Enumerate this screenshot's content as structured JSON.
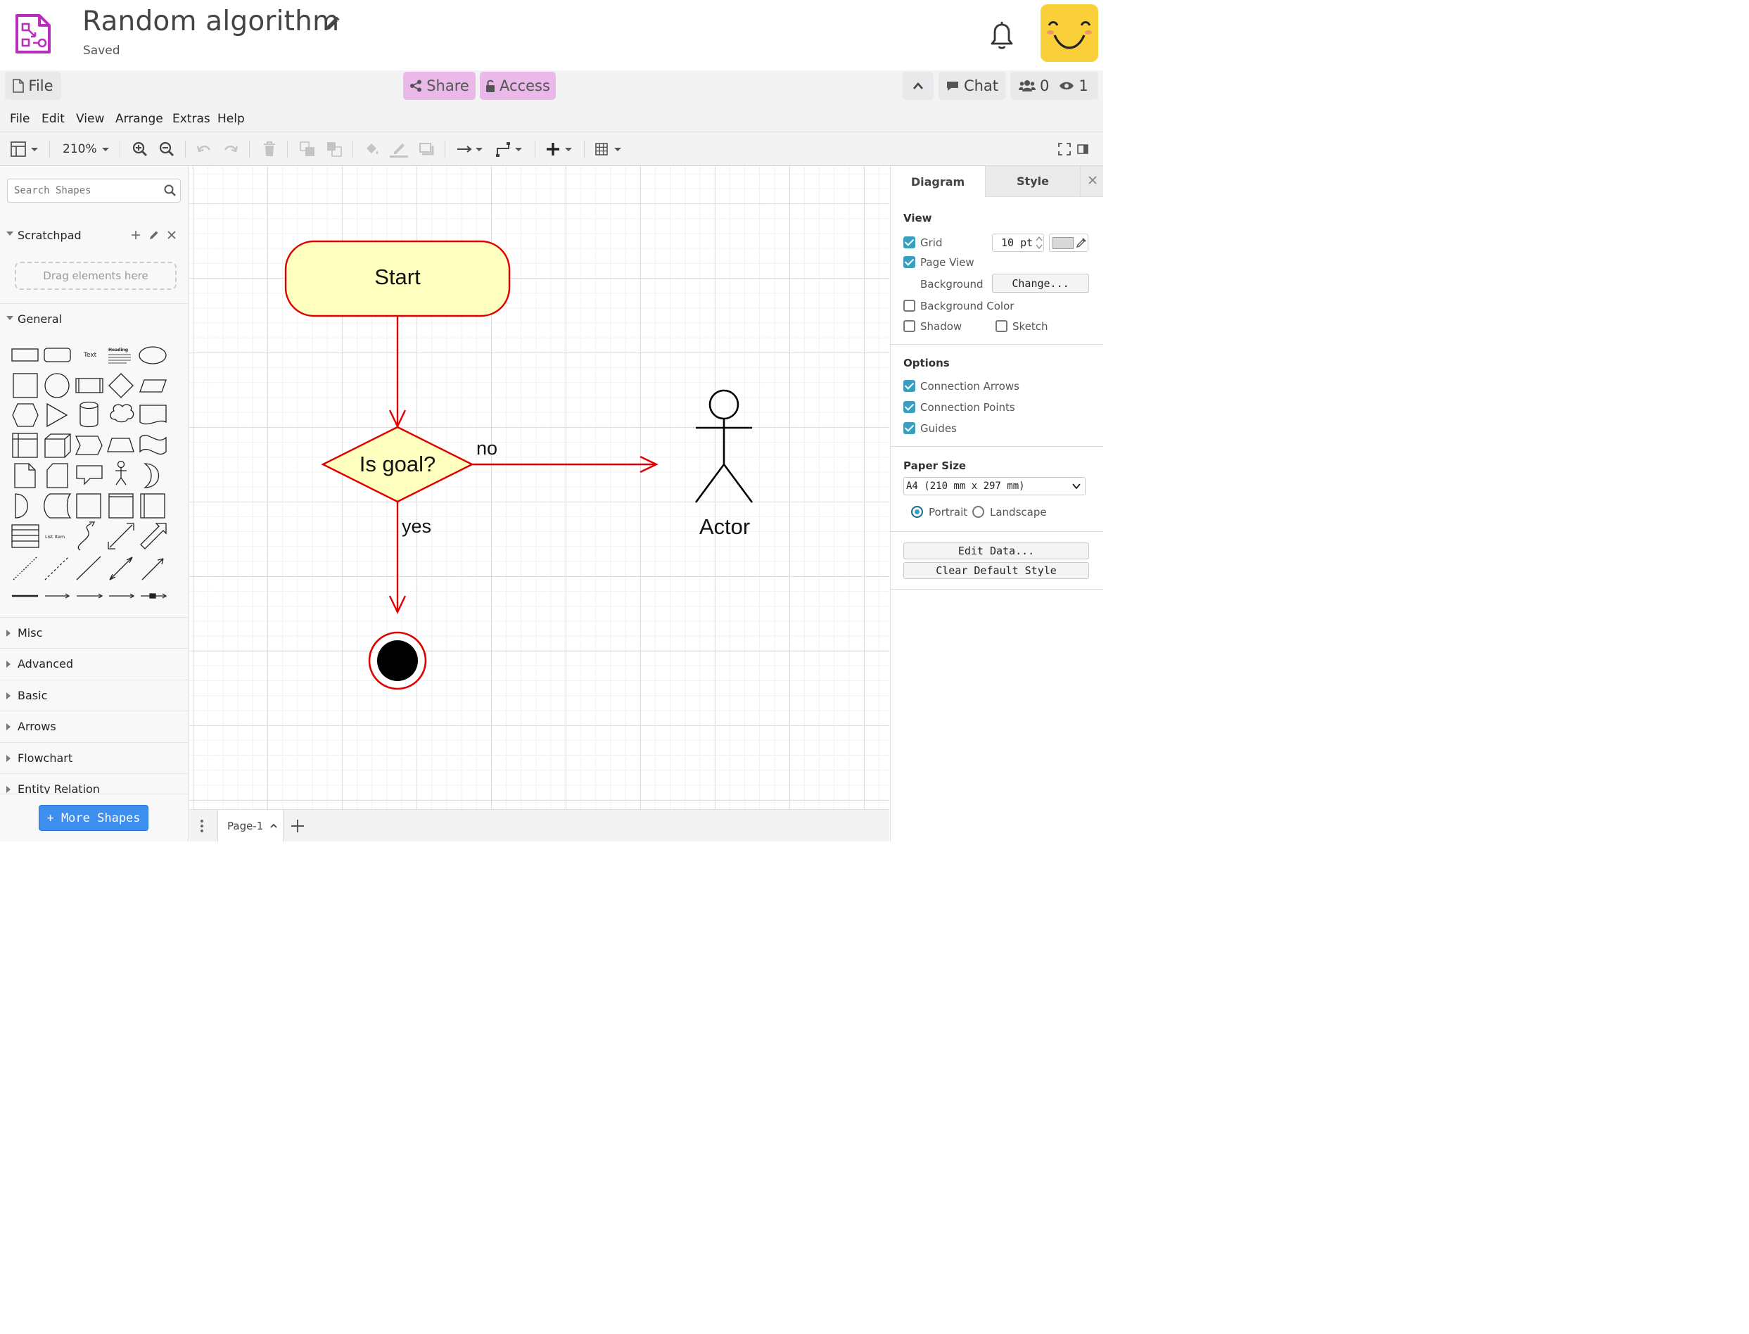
{
  "header": {
    "title": "Random algorithm",
    "status": "Saved"
  },
  "actionbar": {
    "file_label": "File",
    "share_label": "Share",
    "access_label": "Access",
    "chat_label": "Chat",
    "users_count": "0",
    "viewers_count": "1"
  },
  "menu": [
    "File",
    "Edit",
    "View",
    "Arrange",
    "Extras",
    "Help"
  ],
  "toolbar": {
    "zoom": "210%"
  },
  "sidebar": {
    "search_placeholder": "Search Shapes",
    "scratchpad": "Scratchpad",
    "drag_hint": "Drag elements here",
    "general": "General",
    "shape_text": "Text",
    "shape_heading": "Heading",
    "shape_list_item": "List Item",
    "sections": [
      "Misc",
      "Advanced",
      "Basic",
      "Arrows",
      "Flowchart",
      "Entity Relation"
    ],
    "more_shapes": "+ More Shapes"
  },
  "diagram": {
    "start_label": "Start",
    "decision_label": "Is goal?",
    "no_label": "no",
    "yes_label": "yes",
    "actor_label": "Actor"
  },
  "pagebar": {
    "page_name": "Page-1"
  },
  "panel": {
    "tab_diagram": "Diagram",
    "tab_style": "Style",
    "view_title": "View",
    "grid_label": "Grid",
    "grid_size": "10 pt",
    "page_view_label": "Page View",
    "background_label": "Background",
    "change_label": "Change...",
    "background_color_label": "Background Color",
    "shadow_label": "Shadow",
    "sketch_label": "Sketch",
    "options_title": "Options",
    "connection_arrows_label": "Connection Arrows",
    "connection_points_label": "Connection Points",
    "guides_label": "Guides",
    "paper_size_title": "Paper Size",
    "paper_size_value": "A4 (210 mm x 297 mm)",
    "portrait_label": "Portrait",
    "landscape_label": "Landscape",
    "edit_data_label": "Edit Data...",
    "clear_style_label": "Clear Default Style"
  },
  "colors": {
    "accent_teal": "#3a9fbe",
    "edge_red": "#e00000",
    "node_fill": "#ffffc0",
    "share_pink": "#eab9ea",
    "more_shapes_blue": "#3d8fef",
    "avatar_yellow": "#f9cf3a"
  }
}
